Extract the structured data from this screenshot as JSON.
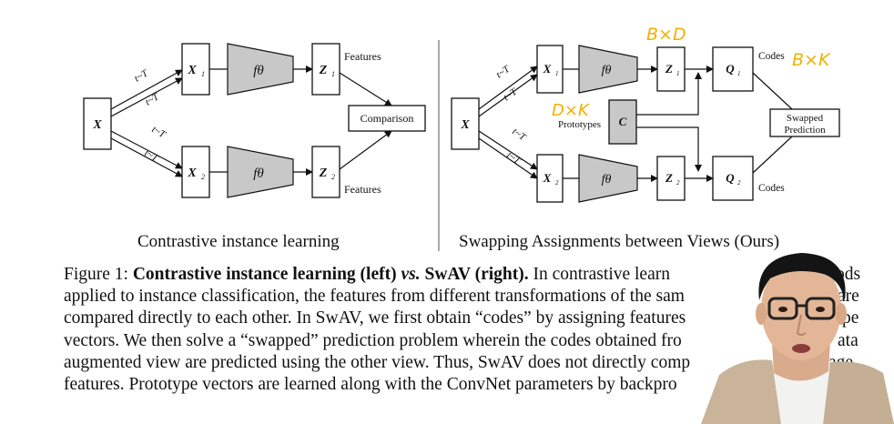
{
  "diagram": {
    "left": {
      "caption": "Contrastive instance learning",
      "input": "X",
      "view1": "X",
      "view1_sub": "1",
      "view2": "X",
      "view2_sub": "2",
      "encoder": "fθ",
      "feat1": "Z",
      "feat1_sub": "1",
      "feat2": "Z",
      "feat2_sub": "2",
      "transform": "t~T",
      "features_label": "Features",
      "comparison": "Comparison"
    },
    "right": {
      "caption": "Swapping Assignments between Views (Ours)",
      "input": "X",
      "view1": "X",
      "view1_sub": "1",
      "view2": "X",
      "view2_sub": "2",
      "encoder": "fθ",
      "feat1": "Z",
      "feat1_sub": "1",
      "feat2": "Z",
      "feat2_sub": "2",
      "code1": "Q",
      "code1_sub": "1",
      "code2": "Q",
      "code2_sub": "2",
      "prototypes_box": "C",
      "prototypes_label": "Prototypes",
      "codes_label": "Codes",
      "transform": "t~T",
      "swapped_line1": "Swapped",
      "swapped_line2": "Prediction"
    },
    "annotations": {
      "bxd": "B×D",
      "dxk": "D×K",
      "bxk": "B×K",
      "color": "#f0b000"
    }
  },
  "caption": {
    "prefix": "Figure 1: ",
    "bold1": "Contrastive instance learning (left) ",
    "bold_vs": "vs.",
    "bold2": " SwAV (right).",
    "line1_rest": " In contrastive learn",
    "line1_end": "ods",
    "line2": "applied to instance classification, the features from different transformations of the sam",
    "line2_end": "are",
    "line3": "compared directly to each other. In SwAV, we first obtain “codes” by assigning features",
    "line3_end": "pe",
    "line4": "vectors. We then solve a “swapped” prediction problem wherein the codes obtained fro",
    "line4_end": "ata",
    "line5": "augmented view are predicted using the other view. Thus, SwAV does not directly comp",
    "line5_end": "age",
    "line6": "features. Prototype vectors are learned along with the ConvNet parameters by backpro"
  }
}
